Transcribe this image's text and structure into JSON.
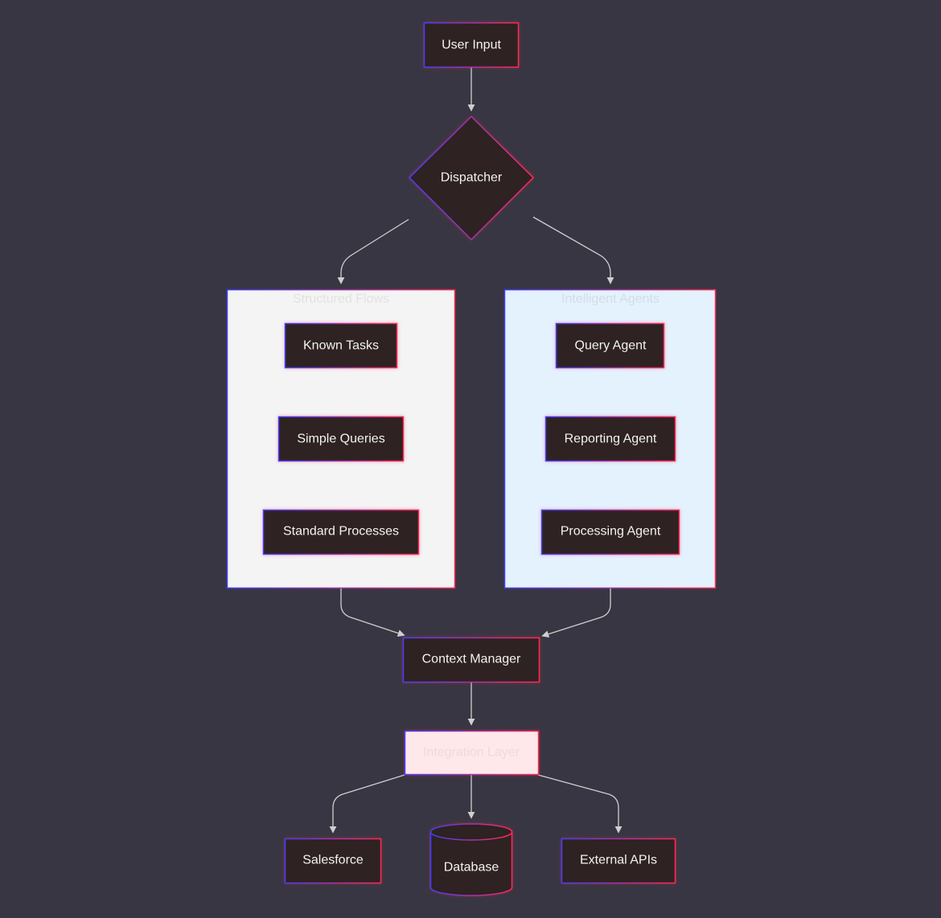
{
  "nodes": {
    "user_input": "User Input",
    "dispatcher": "Dispatcher",
    "known_tasks": "Known Tasks",
    "simple_queries": "Simple Queries",
    "standard_processes": "Standard Processes",
    "query_agent": "Query Agent",
    "reporting_agent": "Reporting Agent",
    "processing_agent": "Processing Agent",
    "context_manager": "Context Manager",
    "integration_layer": "Integration Layer",
    "salesforce": "Salesforce",
    "database": "Database",
    "external_apis": "External APIs"
  },
  "groups": {
    "structured_flows": "Structured Flows",
    "intelligent_agents": "Intelligent Agents"
  },
  "colors": {
    "background": "#383642",
    "node_fill": "#2e2224",
    "structured_group_fill": "#f4f4f4",
    "agents_group_fill": "#e4f2fd",
    "integration_fill": "#ffe8ea",
    "stroke_gradient_start": "#4040ff",
    "stroke_gradient_end": "#ff2a55",
    "edge": "#cfcfcf"
  }
}
